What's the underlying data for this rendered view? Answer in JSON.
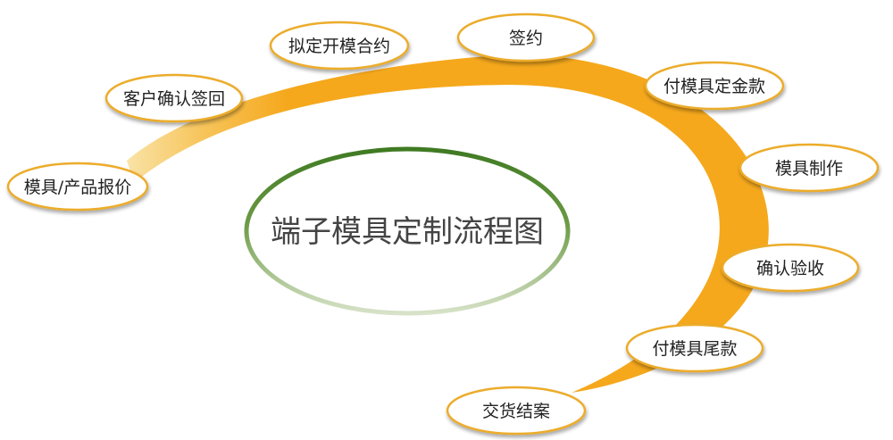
{
  "title": "端子模具定制流程图",
  "colors": {
    "arc": "#f5a81c",
    "arc_light": "#f8d57a",
    "node_border": "#ecac2c",
    "center_border_top": "#3f7a22",
    "center_border_bottom": "#d0ddc0"
  },
  "steps": [
    {
      "label": "模具/产品报价"
    },
    {
      "label": "客户确认签回"
    },
    {
      "label": "拟定开模合约"
    },
    {
      "label": "签约"
    },
    {
      "label": "付模具定金款"
    },
    {
      "label": "模具制作"
    },
    {
      "label": "确认验收"
    },
    {
      "label": "付模具尾款"
    },
    {
      "label": "交货结案"
    }
  ]
}
